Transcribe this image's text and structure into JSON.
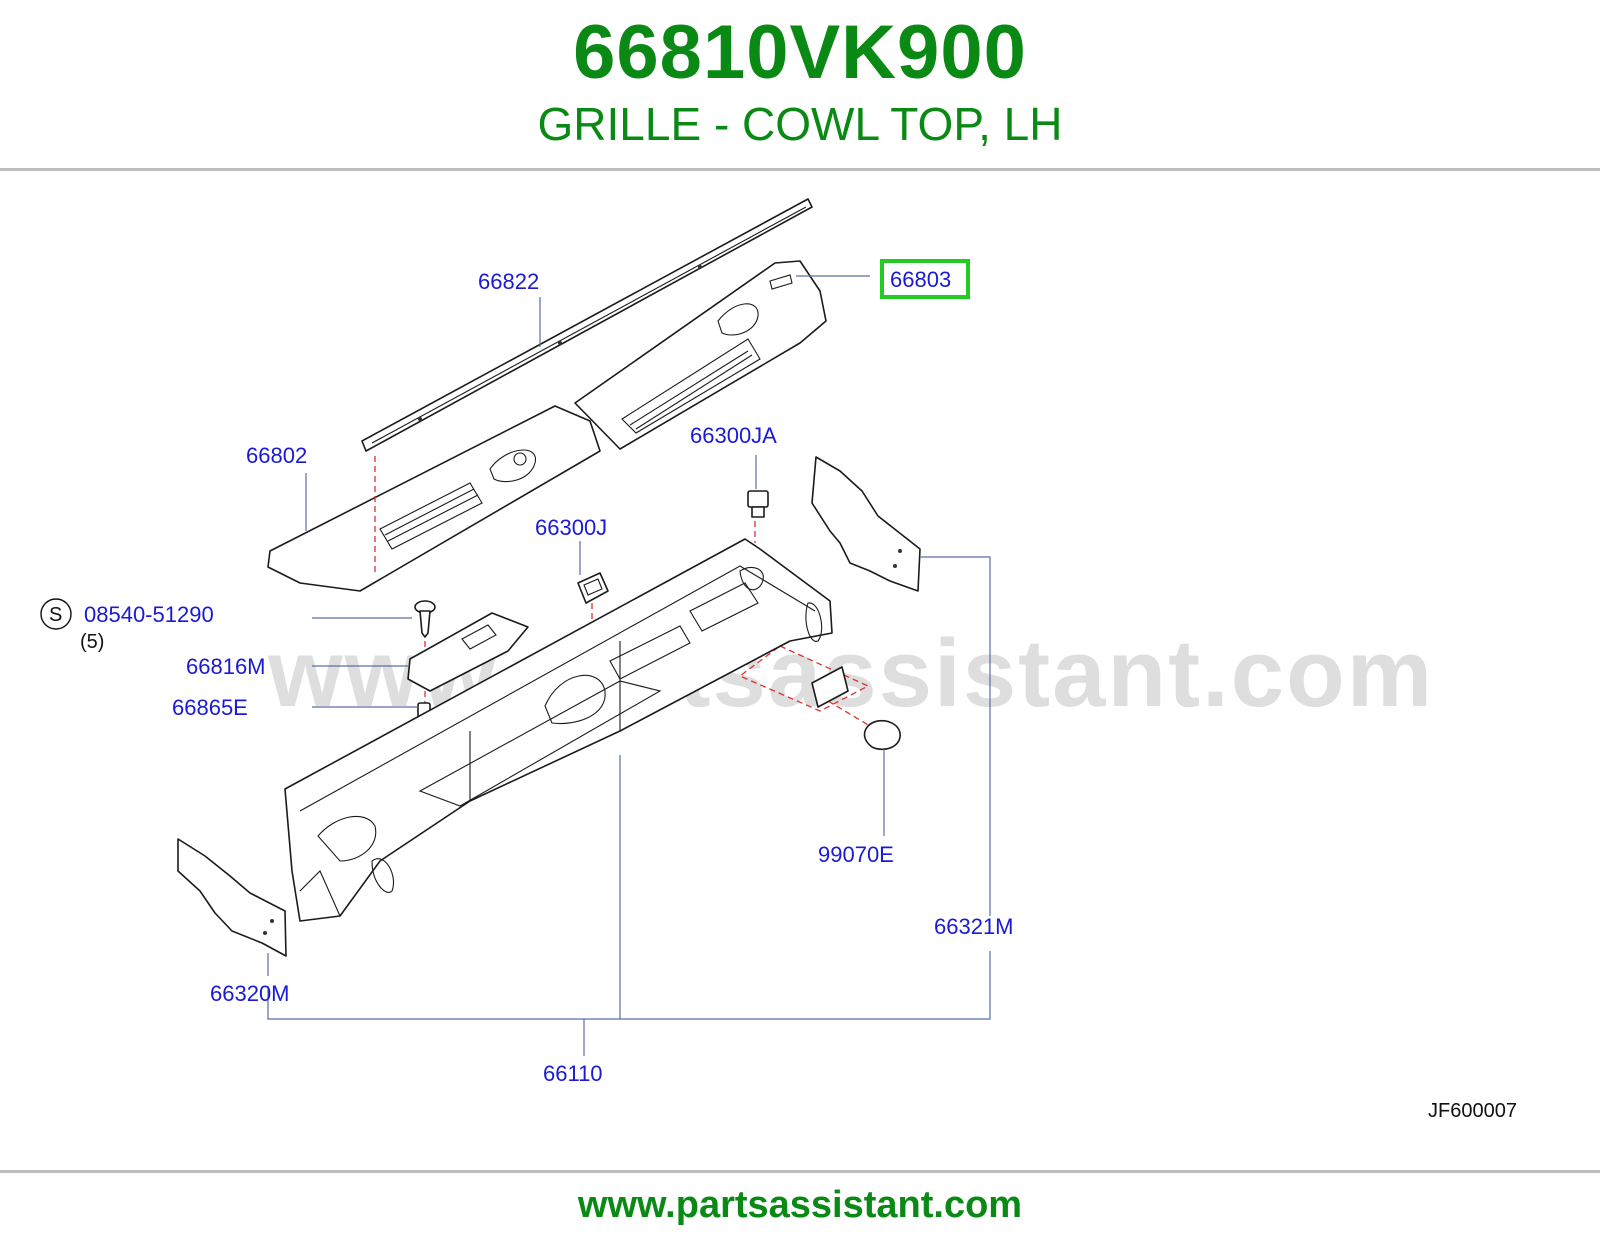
{
  "header": {
    "part_number": "66810VK900",
    "part_name": "GRILLE - COWL TOP, LH"
  },
  "diagram": {
    "watermark": "www.partsassistant.com",
    "highlight_color": "#22cc22",
    "labels": {
      "p66822": "66822",
      "p66803": "66803",
      "p66802": "66802",
      "p66300JA": "66300JA",
      "p66300J": "66300J",
      "p08540": "08540-51290",
      "s_mark": "S",
      "qty": "(5)",
      "p66816M": "66816M",
      "p66865E": "66865E",
      "p99070E": "99070E",
      "p66321M": "66321M",
      "p66320M": "66320M",
      "p66110": "66110"
    },
    "diagram_code": "JF600007"
  },
  "footer": {
    "url": "www.partsassistant.com"
  }
}
